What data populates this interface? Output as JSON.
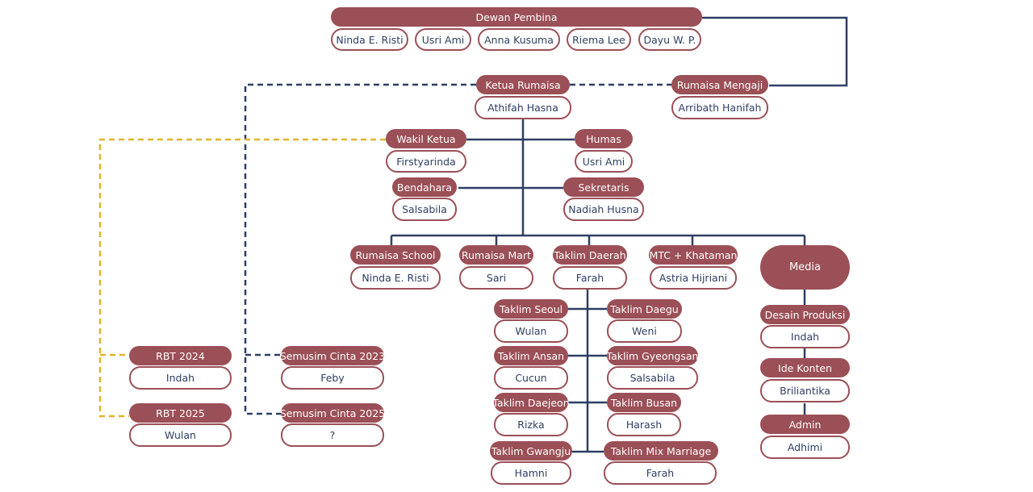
{
  "colors": {
    "role_fill": "#9b4f56",
    "name_border": "#9b4f56",
    "name_text": "#2e3f63",
    "solid_line": "#2e3f63",
    "dashed_navy": "#2e3f63",
    "dashed_gold": "#e0b42d"
  },
  "board": {
    "title": "Dewan Pembina",
    "members": [
      "Ninda E. Risti",
      "Usri Ami",
      "Anna Kusuma",
      "Riema Lee",
      "Dayu W. P."
    ]
  },
  "ketua": {
    "role": "Ketua Rumaisa",
    "name": "Athifah Hasna"
  },
  "mengaji": {
    "role": "Rumaisa Mengaji",
    "name": "Arribath Hanifah"
  },
  "wakil": {
    "role": "Wakil Ketua",
    "name": "Firstyarinda"
  },
  "humas": {
    "role": "Humas",
    "name": "Usri Ami"
  },
  "bendahara": {
    "role": "Bendahara",
    "name": "Salsabila"
  },
  "sekretaris": {
    "role": "Sekretaris",
    "name": "Nadiah Husna"
  },
  "school": {
    "role": "Rumaisa School",
    "name": "Ninda E. Risti"
  },
  "mart": {
    "role": "Rumaisa Mart",
    "name": "Sari"
  },
  "daerah": {
    "role": "Taklim Daerah",
    "name": "Farah"
  },
  "mtc": {
    "role": "MTC + Khataman",
    "name": "Astria Hijriani"
  },
  "media": {
    "role": "Media"
  },
  "desain": {
    "role": "Desain Produksi",
    "name": "Indah"
  },
  "ide": {
    "role": "Ide Konten",
    "name": "Briliantika"
  },
  "admin": {
    "role": "Admin",
    "name": "Adhimi"
  },
  "seoul": {
    "role": "Taklim Seoul",
    "name": "Wulan"
  },
  "daegu": {
    "role": "Taklim Daegu",
    "name": "Weni"
  },
  "ansan": {
    "role": "Taklim Ansan",
    "name": "Cucun"
  },
  "gyeongsan": {
    "role": "Taklim Gyeongsan",
    "name": "Salsabila"
  },
  "daejeon": {
    "role": "Taklim Daejeon",
    "name": "Rizka"
  },
  "busan": {
    "role": "Taklim Busan",
    "name": "Harash"
  },
  "gwangju": {
    "role": "Taklim Gwangju",
    "name": "Hamni"
  },
  "mix": {
    "role": "Taklim Mix Marriage",
    "name": "Farah"
  },
  "rbt2024": {
    "role": "RBT 2024",
    "name": "Indah"
  },
  "rbt2025": {
    "role": "RBT 2025",
    "name": "Wulan"
  },
  "semusim2023": {
    "role": "Semusim Cinta 2023",
    "name": "Feby"
  },
  "semusim2025": {
    "role": "Semusim Cinta 2025",
    "name": "?"
  }
}
